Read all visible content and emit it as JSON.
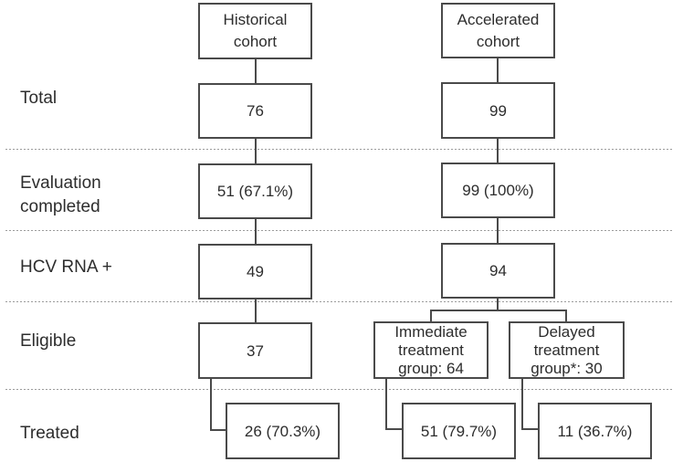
{
  "figure": {
    "type": "flowchart",
    "description": "Patient flow diagram comparing historical and accelerated cohorts"
  },
  "row_labels": {
    "total": "Total",
    "evaluation": "Evaluation\ncompleted",
    "hcv": "HCV RNA +",
    "eligible": "Eligible",
    "treated": "Treated"
  },
  "historical": {
    "header": "Historical\ncohort",
    "total": "76",
    "evaluation": "51 (67.1%)",
    "hcv": "49",
    "eligible": "37",
    "treated": "26 (70.3%)"
  },
  "accelerated": {
    "header": "Accelerated\ncohort",
    "total": "99",
    "evaluation": "99 (100%)",
    "hcv": "94",
    "immediate_group": "Immediate\ntreatment\ngroup: 64",
    "delayed_group": "Delayed\ntreatment\ngroup*: 30",
    "immediate_treated": "51 (79.7%)",
    "delayed_treated": "11 (36.7%)"
  },
  "colors": {
    "box_border": "#4a4a4a",
    "connector": "#4a4a4a",
    "divider": "#9c9c9c",
    "text": "#2d2d2d",
    "background": "#ffffff"
  }
}
